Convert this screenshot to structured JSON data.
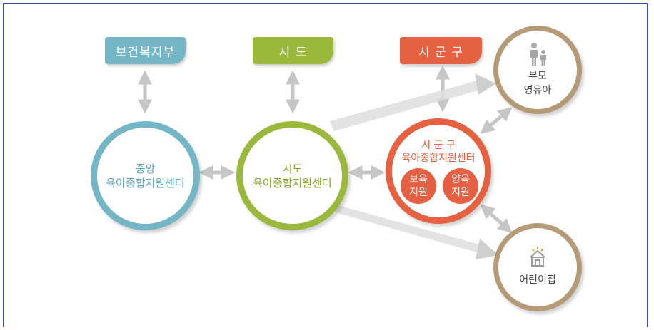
{
  "top_labels": {
    "ministry": "보건복지부",
    "province": "시 도",
    "district": "시 군 구"
  },
  "centers": {
    "central": "중앙\n육아종합지원센터",
    "province": "시도\n육아종합지원센터",
    "district": "시 군 구\n육아종합지원센터"
  },
  "district_services": {
    "care": "보육\n지원",
    "parenting": "양육\n지원"
  },
  "targets": {
    "parents": "부모\n영유아",
    "daycare": "어린이집"
  },
  "colors": {
    "ministry": "#74b6c6",
    "province": "#9ab93c",
    "district": "#e5613f",
    "target": "#b59a78",
    "arrow": "#c3c3c3"
  },
  "icons": {
    "parents": "parent-child-icon",
    "daycare": "house-icon"
  }
}
